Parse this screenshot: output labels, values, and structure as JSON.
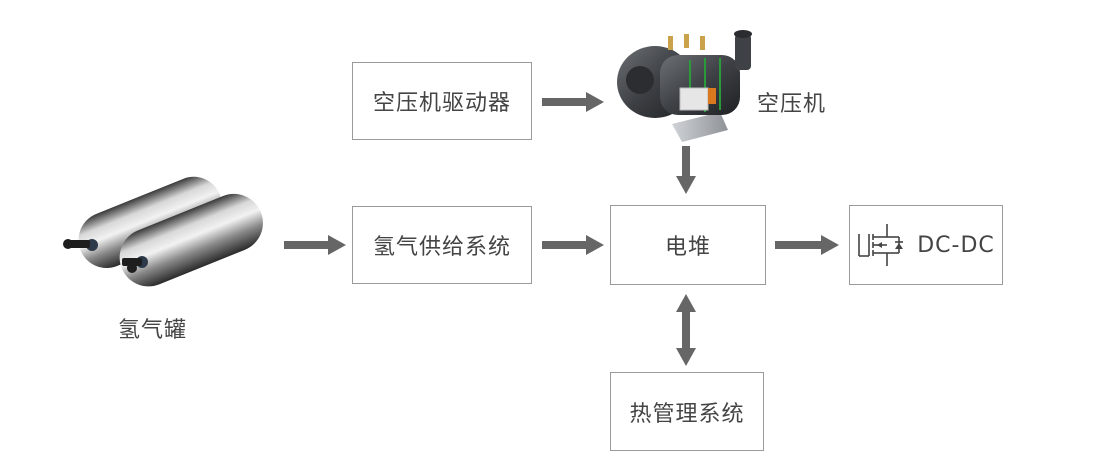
{
  "nodes": {
    "compressor_driver": "空压机驱动器",
    "compressor": "空压机",
    "hydrogen_tank": "氢气罐",
    "hydrogen_supply": "氢气供给系统",
    "fuel_cell_stack": "电堆",
    "dcdc": "DC-DC",
    "thermal_management": "热管理系统"
  },
  "colors": {
    "arrow": "#666666",
    "border": "#9a9a9a",
    "text": "#444444"
  }
}
